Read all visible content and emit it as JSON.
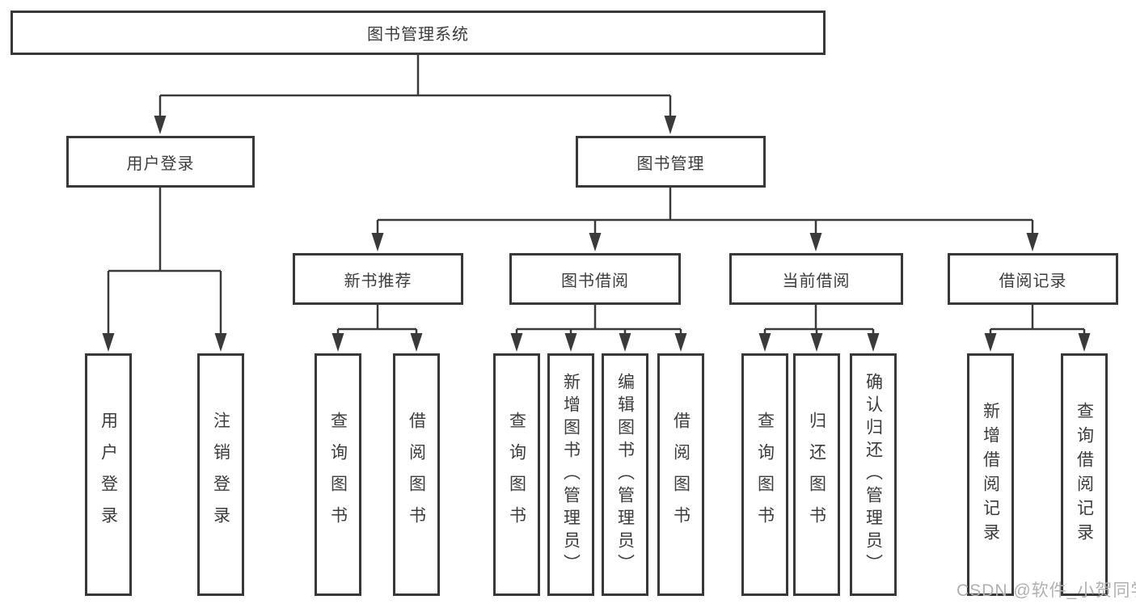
{
  "tree": {
    "root": {
      "label": "图书管理系统"
    },
    "children": [
      {
        "label": "用户登录",
        "children": [
          {
            "label": "用户登录"
          },
          {
            "label": "注销登录"
          }
        ]
      },
      {
        "label": "图书管理",
        "children": [
          {
            "label": "新书推荐",
            "children": [
              {
                "label": "查询图书"
              },
              {
                "label": "借阅图书"
              }
            ]
          },
          {
            "label": "图书借阅",
            "children": [
              {
                "label": "查询图书"
              },
              {
                "label": "新增图书（管理员）"
              },
              {
                "label": "编辑图书（管理员）"
              },
              {
                "label": "借阅图书"
              }
            ]
          },
          {
            "label": "当前借阅",
            "children": [
              {
                "label": "查询图书"
              },
              {
                "label": "归还图书"
              },
              {
                "label": "确认归还（管理员）"
              }
            ]
          },
          {
            "label": "借阅记录",
            "children": [
              {
                "label": "新增借阅记录"
              },
              {
                "label": "查询借阅记录"
              }
            ]
          }
        ]
      }
    ]
  },
  "watermark": {
    "text": "CSDN @软件_小贺同学"
  },
  "colors": {
    "line": "#3a3a3a",
    "box_border": "#383838",
    "text": "#3c3c3c",
    "watermark": "#b0b0b0",
    "background": "#ffffff"
  }
}
